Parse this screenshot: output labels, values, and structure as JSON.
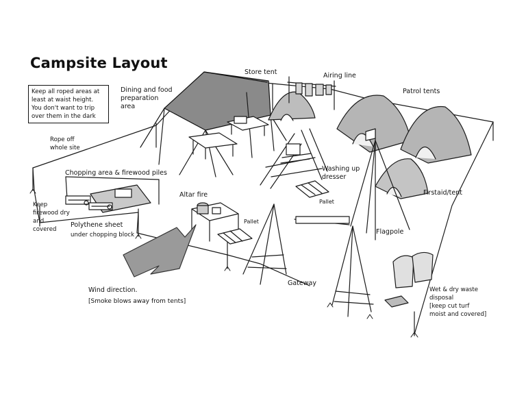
{
  "title": "Campsite Layout",
  "note": "Keep all roped areas at\nleast at waist height.\nYou don't want to trip\nover them in the dark",
  "labels": {
    "store_tent": "Store tent",
    "airing_line": "Airing line",
    "patrol_tents": "Patrol tents",
    "dining_area": "Dining and food\npreparation\narea",
    "rope_off": "Rope off\nwhole site",
    "chopping_area": "Chopping area & firewood piles",
    "washing_up": "Washing up\ndresser",
    "pallet_1": "Pallet",
    "firstaid_tent": "Firstaid/tent",
    "altar_fire": "Altar fire",
    "keep_firewood": "Keep\nfirewood dry\nand\ncovered",
    "polythene_sheet": "Polythene sheet",
    "under_chopping": "under chopping block",
    "pallet_2": "Pallet",
    "flagpole": "Flagpole",
    "wind_direction": "Wind direction.",
    "smoke_note": "[Smoke blows away from tents]",
    "gateway": "Gateway",
    "waste_disposal": "Wet & dry waste\ndisposal\n[keep cut turf\nmoist and covered]"
  }
}
